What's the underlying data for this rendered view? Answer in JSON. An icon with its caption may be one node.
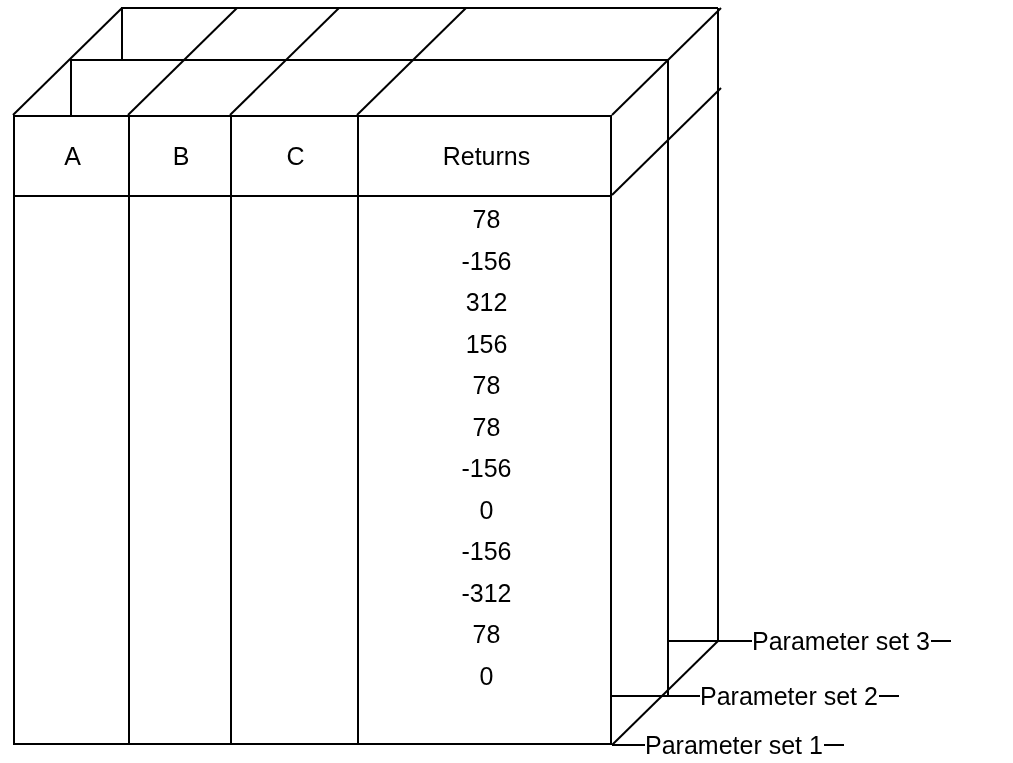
{
  "diagram": {
    "nodes": [
      {
        "text": [
          "Parameter set 1"
        ]
      },
      {
        "text": [
          "Parameter set 2"
        ]
      },
      {
        "text": [
          "Parameter set 3"
        ]
      },
      {
        "text": [],
        "shape": "box"
      }
    ],
    "edges": [
      {
        "from": 0,
        "to": 3,
        "arrow": "none"
      },
      {
        "from": 1,
        "to": null,
        "arrow": "none"
      },
      {
        "from": 2,
        "to": null,
        "arrow": "none"
      }
    ],
    "labels": [
      "A",
      "B",
      "C",
      "Returns",
      "78",
      "-156",
      "312",
      "156",
      "78",
      "78",
      "-156",
      "0",
      "-156",
      "-312",
      "78",
      "0"
    ]
  }
}
